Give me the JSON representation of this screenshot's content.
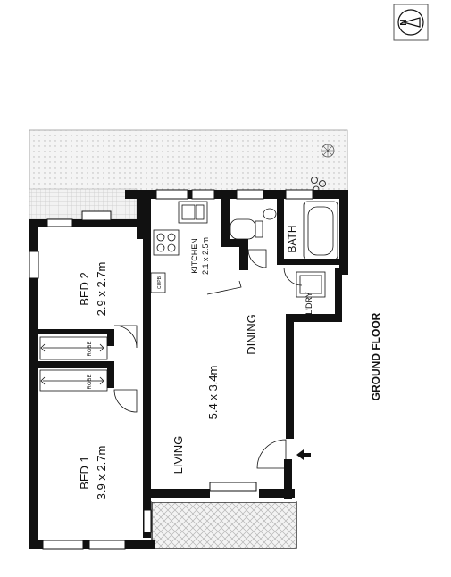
{
  "plan": {
    "floor_label": "GROUND FLOOR",
    "compass": "N",
    "rooms": {
      "bed1": {
        "name": "BED 1",
        "size": "3.9 x 2.7m"
      },
      "bed2": {
        "name": "BED 2",
        "size": "2.9 x 2.7m"
      },
      "living_size": "5.4 x 3.4m",
      "living": "LIVING",
      "dining": "DINING",
      "kitchen": {
        "name": "KITCHEN",
        "size": "2.1 x 2.5m"
      },
      "bath": "BATH",
      "laundry": "L'DRY",
      "robe_upper": "ROBE",
      "robe_lower": "ROBE",
      "cupboard": "CUPB"
    }
  }
}
